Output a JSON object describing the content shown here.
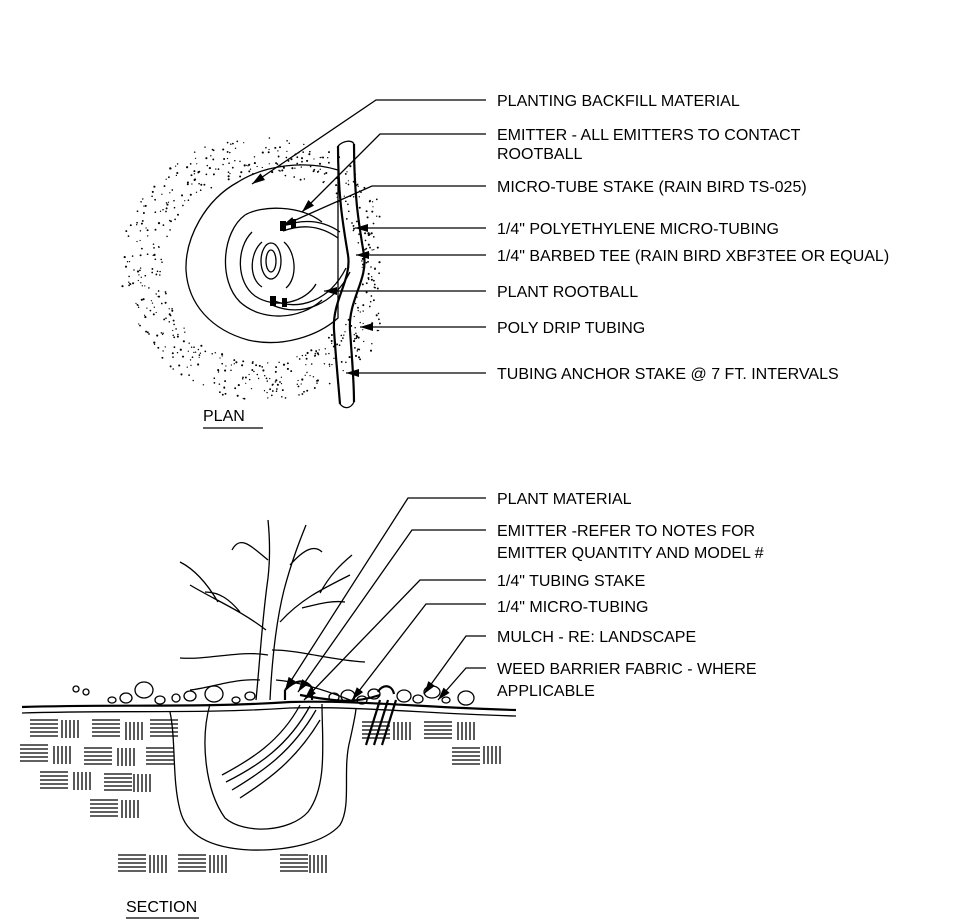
{
  "plan": {
    "title": "PLAN",
    "callouts": [
      {
        "lines": [
          "PLANTING BACKFILL MATERIAL"
        ]
      },
      {
        "lines": [
          "EMITTER - ALL EMITTERS TO CONTACT",
          "ROOTBALL"
        ]
      },
      {
        "lines": [
          "MICRO-TUBE STAKE (RAIN BIRD TS-025)"
        ]
      },
      {
        "lines": [
          "1/4\" POLYETHYLENE MICRO-TUBING"
        ]
      },
      {
        "lines": [
          "1/4\" BARBED TEE (RAIN BIRD XBF3TEE OR EQUAL)"
        ]
      },
      {
        "lines": [
          "PLANT ROOTBALL"
        ]
      },
      {
        "lines": [
          "POLY DRIP TUBING"
        ]
      },
      {
        "lines": [
          "TUBING ANCHOR STAKE @ 7 FT. INTERVALS"
        ]
      }
    ]
  },
  "section": {
    "title": "SECTION",
    "callouts": [
      {
        "lines": [
          "PLANT MATERIAL"
        ]
      },
      {
        "lines": [
          "EMITTER   -REFER TO NOTES FOR",
          "EMITTER QUANTITY AND MODEL #"
        ]
      },
      {
        "lines": [
          "1/4\" TUBING STAKE"
        ]
      },
      {
        "lines": [
          "1/4\" MICRO-TUBING"
        ]
      },
      {
        "lines": [
          "MULCH - RE: LANDSCAPE"
        ]
      },
      {
        "lines": [
          "WEED BARRIER FABRIC - WHERE",
          "APPLICABLE"
        ]
      }
    ]
  }
}
